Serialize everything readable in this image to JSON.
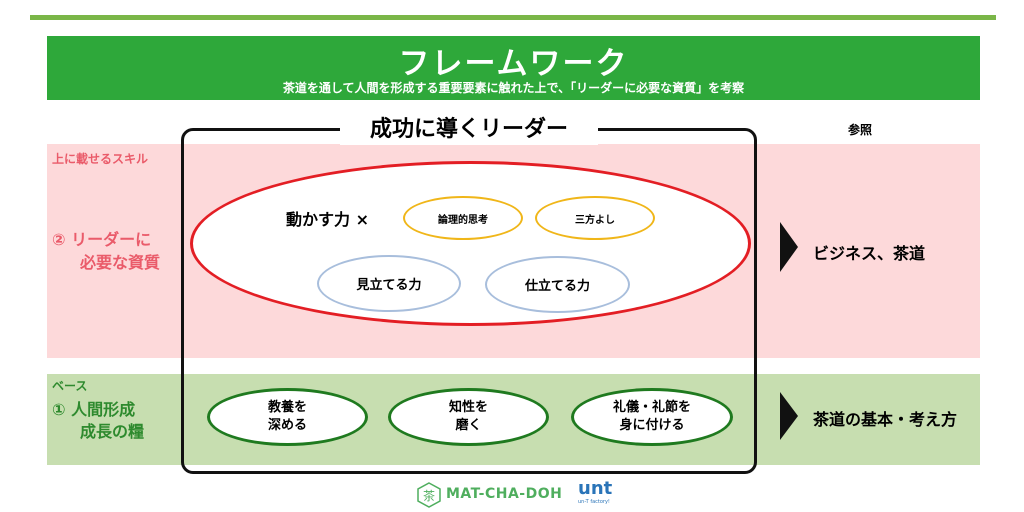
{
  "header": {
    "title": "フレームワーク",
    "subtitle": "茶道を通して人間を形成する重要要素に触れた上で、「リーダーに必要な資質」を考察"
  },
  "frame": {
    "title": "成功に導くリーダー"
  },
  "reference": {
    "heading": "参照"
  },
  "upper": {
    "tag": "上に載せるスキル",
    "label_line1": "② リーダーに",
    "label_line2": "必要な資質",
    "mover": "動かす力 ×",
    "yellow_items": [
      "論理的思考",
      "三方よし"
    ],
    "blue_items": [
      "見立てる力",
      "仕立てる力"
    ],
    "reference": "ビジネス、茶道"
  },
  "lower": {
    "tag": "ベース",
    "label_line1": "① 人間形成",
    "label_line2": "成長の糧",
    "items": [
      {
        "line1": "教養を",
        "line2": "深める"
      },
      {
        "line1": "知性を",
        "line2": "磨く"
      },
      {
        "line1": "礼儀・礼節を",
        "line2": "身に付ける"
      }
    ],
    "reference": "茶道の基本・考え方"
  },
  "footer": {
    "logo1_text": "MAT-CHA-DOH",
    "logo1_mark": "茶",
    "logo2_mark": "unt",
    "logo2_text": "un-T factory!"
  },
  "colors": {
    "header_green": "#2ea83a",
    "pink_band": "#fdd9da",
    "green_band": "#c7deb0",
    "red_ellipse": "#e31e24",
    "yellow_ellipse": "#f0b619",
    "blue_ellipse": "#a8bedc",
    "green_ellipse": "#1f7a1f"
  }
}
